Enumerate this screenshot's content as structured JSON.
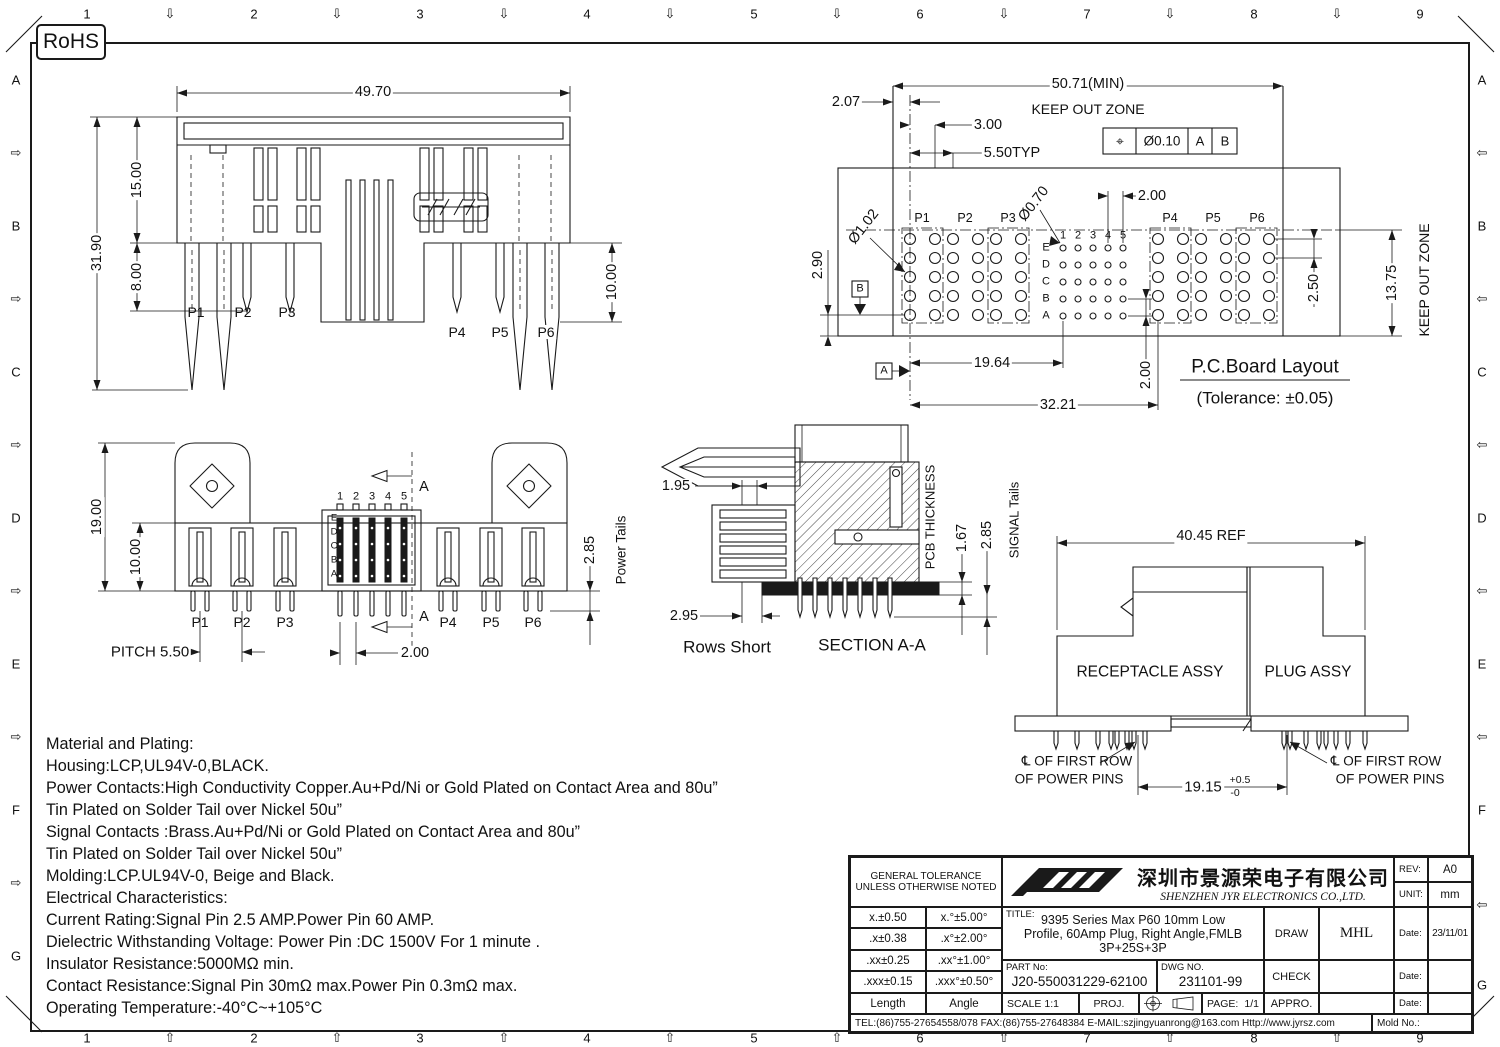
{
  "frame": {
    "cols": [
      "1",
      "2",
      "3",
      "4",
      "5",
      "6",
      "7",
      "8",
      "9"
    ],
    "rows": [
      "A",
      "B",
      "C",
      "D",
      "E",
      "F",
      "G"
    ],
    "arrow_down": "⇩",
    "arrow_up": "⇧",
    "arrow_right": "⇨",
    "arrow_left": "⇦",
    "rohs_label": "RoHS"
  },
  "front": {
    "dim_width": "49.70",
    "dim_total_height": "31.90",
    "dim_body_height": "15.00",
    "dim_pin_length": "8.00",
    "dim_power_pin": "10.00",
    "pins": [
      "P1",
      "P2",
      "P3",
      "P4",
      "P5",
      "P6"
    ]
  },
  "pcb": {
    "dim_keepout_width": "50.71(MIN)",
    "keepout_label": "KEEP OUT ZONE",
    "keepout_side_label": "KEEP OUT ZONE",
    "dim_edge": "2.07",
    "dim_col": "3.00",
    "dim_pitch": "5.50TYP",
    "dim_sig_pitch": "2.00",
    "dim_row_a": "2.90",
    "dim_power_signal": "19.64",
    "dim_power_power": "32.21",
    "dim_sig_row": "2.00",
    "dim_power_row": "2.50",
    "dim_keepout_height": "13.75",
    "callout_power_hole": "Ø1.02",
    "callout_signal_hole": "Ø0.70",
    "fcf_symbol": "⌖",
    "fcf_tolerance": "Ø0.10",
    "fcf_datum_a": "A",
    "fcf_datum_b": "B",
    "datum_a": "A",
    "datum_b": "B",
    "pins": [
      "P1",
      "P2",
      "P3",
      "P4",
      "P5",
      "P6"
    ],
    "cols": [
      "1",
      "2",
      "3",
      "4",
      "5"
    ],
    "rows": [
      "E",
      "D",
      "C",
      "B",
      "A"
    ],
    "title": "P.C.Board Layout",
    "tolerance_note": "(Tolerance: ±0.05)"
  },
  "bottom": {
    "dim_height": "19.00",
    "dim_inner": "10.00",
    "dim_pitch": "PITCH 5.50",
    "dim_sig": "2.00",
    "dim_tail": "2.85",
    "power_tails_label": "Power Tails",
    "section_label": "A",
    "cols": [
      "1",
      "2",
      "3",
      "4",
      "5"
    ],
    "rows": [
      "E",
      "D",
      "C",
      "B",
      "A"
    ],
    "pins": [
      "P1",
      "P2",
      "P3",
      "P4",
      "P5",
      "P6"
    ]
  },
  "section": {
    "dim_top": "1.95",
    "dim_bottom": "2.95",
    "rows_short_label": "Rows Short",
    "title": "SECTION A-A",
    "pcb_label": "PCB THICKNESS",
    "dim_pcb": "1.67",
    "dim_tail": "2.85",
    "signal_tails_label": "SIGNAL Tails"
  },
  "mated": {
    "dim_ref": "40.45 REF",
    "receptacle_label": "RECEPTACLE ASSY",
    "plug_label": "PLUG ASSY",
    "cl_note_line1": "℄ OF FIRST ROW",
    "cl_note_line2": "OF POWER PINS",
    "dim_pin_span": "19.15",
    "dim_tol_plus": "+0.5",
    "dim_tol_minus": "-0"
  },
  "notes": {
    "lines": [
      "Material and Plating:",
      "Housing:LCP,UL94V-0,BLACK.",
      "Power Contacts:High Conductivity Copper.Au+Pd/Ni or Gold Plated on Contact Area and 80u”",
      "Tin Plated on Solder Tail over Nickel 50u”",
      "Signal Contacts :Brass.Au+Pd/Ni or Gold Plated on Contact Area and 80u”",
      "Tin Plated on Solder Tail over Nickel 50u”",
      "Molding:LCP.UL94V-0, Beige and Black.",
      "Electrical Characteristics:",
      "Current Rating:Signal Pin 2.5 AMP.Power Pin 60 AMP.",
      "Dielectric Withstanding Voltage: Power Pin :DC 1500V For 1 minute .",
      "Insulator Resistance:5000MΩ min.",
      "Contact Resistance:Signal Pin 30mΩ max.Power Pin 0.3mΩ max.",
      "Operating Temperature:-40°C~+105°C"
    ]
  },
  "tb": {
    "general_tol_1": "GENERAL TOLERANCE",
    "general_tol_2": "UNLESS OTHERWISE NOTED",
    "tol_rows": [
      [
        "x.±0.50",
        "x.°±5.00°"
      ],
      [
        ".x±0.38",
        ".x°±2.00°"
      ],
      [
        ".xx±0.25",
        ".xx°±1.00°"
      ],
      [
        ".xxx±0.15",
        ".xxx°±0.50°"
      ],
      [
        "Length",
        "Angle"
      ]
    ],
    "company_cn": "深圳市景源荣电子有限公司",
    "company_en": "SHENZHEN JYR ELECTRONICS CO.,LTD.",
    "rev_label": "REV:",
    "rev": "A0",
    "unit_label": "UNIT:",
    "unit": "mm",
    "title_label": "TITLE:",
    "title_line1": "9395 Series Max P60 10mm Low",
    "title_line2": "Profile, 60Amp Plug, Right Angle,FMLB",
    "title_line3": "3P+25S+3P",
    "draw_label": "DRAW",
    "draw": "MHL",
    "date_label": "Date:",
    "draw_date": "23/11/01",
    "check_label": "CHECK",
    "appro_label": "APPRO.",
    "part_label": "PART No:",
    "part_no": "J20-550031229-62100",
    "dwg_label": "DWG NO.",
    "dwg_no": "231101-99",
    "scale": "SCALE 1:1",
    "proj_label": "PROJ.",
    "page_label": "PAGE:",
    "page": "1/1",
    "contact": "TEL:(86)755-27654558/078   FAX:(86)755-27648384   E-MAIL:szjingyuanrong@163.com   Http://www.jyrsz.com",
    "mold_label": "Mold No.:"
  }
}
